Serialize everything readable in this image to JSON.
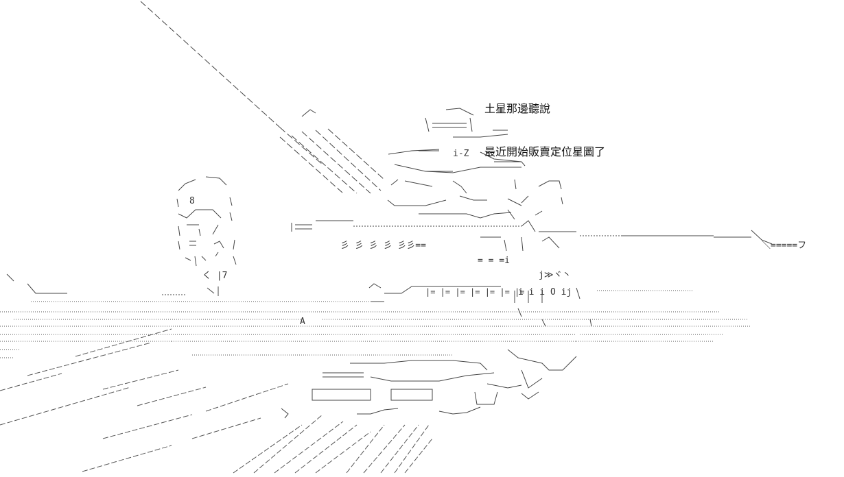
{
  "caption": {
    "line1": "土星那邊聽說",
    "line2": "最近開始販賣定位星圖了"
  },
  "art": {
    "ink_color": "#333333",
    "background_color": "#ffffff",
    "letter_a": "A",
    "tail_text": "＼=====フ",
    "kanji_z": "i-Z",
    "eq_text": "= = =i",
    "jj_text": "j≫ヾ丶",
    "seven_text": "く |7",
    "eight_text": "8",
    "zi_row": "彡 彡   彡 彡   彡彡==",
    "i_o_text": "i  i  i  O   ij",
    "rail_text": "|=   |=  |=  |=  |=  |=  |="
  }
}
